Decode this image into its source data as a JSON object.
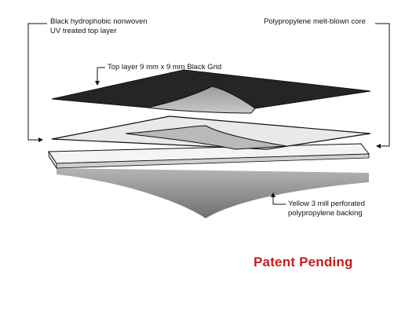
{
  "labels": {
    "top_left_line1": "Black hydrophobic nonwoven",
    "top_left_line2": "UV treated top layer",
    "top_right": "Polypropylene melt-blown core",
    "middle": "Top layer 9 mm x 9 mm Black Grid",
    "bottom_line1": "Yellow 3 mill perforated",
    "bottom_line2": "polypropylene backing"
  },
  "patent_text": "Patent Pending",
  "colors": {
    "patent": "#c41e1e",
    "black_layer": "#1b1b1b",
    "core_layer": "#e6e6e6",
    "backing_top": "#f0f0f0",
    "backing_shadow": "#8a8a8a",
    "line": "#111111"
  }
}
